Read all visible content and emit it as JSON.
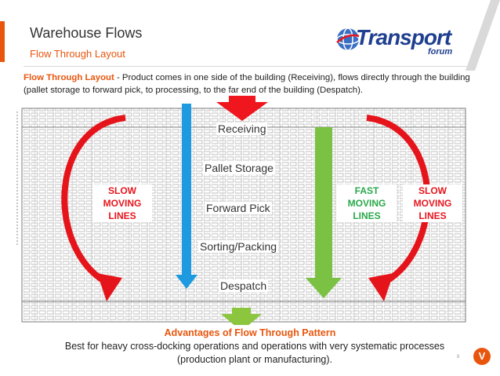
{
  "header": {
    "title": "Warehouse Flows",
    "subtitle": "Flow Through Layout"
  },
  "logo": {
    "word": "Transport",
    "sub": "forum"
  },
  "intro": {
    "lead": "Flow Through Layout",
    "text": " - Product comes in one side of the building (Receiving), flows directly through the building (pallet storage to forward pick, to processing, to the far end of the building (Despatch)."
  },
  "diagram": {
    "stages": [
      "Receiving",
      "Pallet Storage",
      "Forward Pick",
      "Sorting/Packing",
      "Despatch"
    ],
    "zones": {
      "slow_left": [
        "SLOW",
        "MOVING",
        "LINES"
      ],
      "fast": [
        "FAST",
        "MOVING",
        "LINES"
      ],
      "slow_right": [
        "SLOW",
        "MOVING",
        "LINES"
      ]
    },
    "colors": {
      "inbound_arrow": "#f0161e",
      "outbound_arrow": "#8cc63f",
      "slow_arc": "#e5141b",
      "blue_arrow": "#1e9be0",
      "green_arrow": "#7bc143"
    }
  },
  "advantages": {
    "title": "Advantages of Flow Through Pattern",
    "text": "Best for heavy cross-docking operations and operations with very systematic processes (production plant or manufacturing)."
  },
  "footer": {
    "page_number": "8",
    "badge": "V"
  }
}
